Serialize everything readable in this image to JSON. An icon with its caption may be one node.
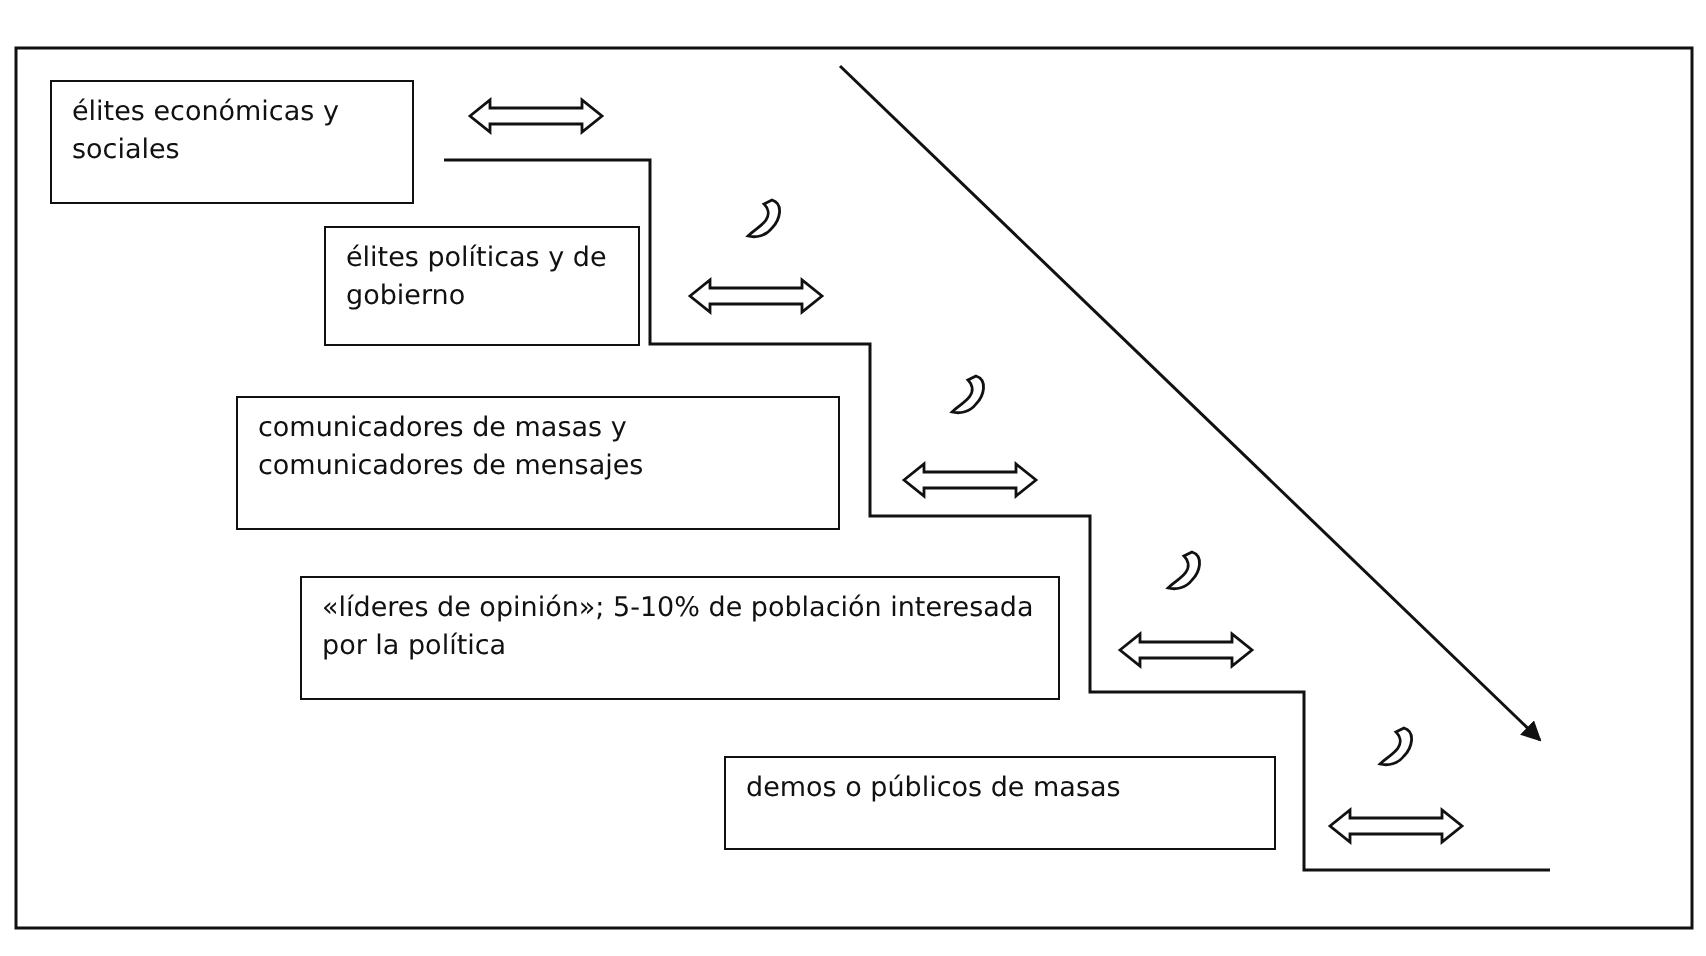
{
  "diagram": {
    "nodes": [
      {
        "text": [
          "élites económicas y sociales"
        ]
      },
      {
        "text": [
          "élites políticas y de gobierno"
        ]
      },
      {
        "text": [
          "comunicadores de masas y comunicadores de mensajes"
        ]
      },
      {
        "text": [
          "«líderes de opinión»; 5-10% de población interesada por la política"
        ]
      },
      {
        "text": [
          "demos o públicos de masas"
        ]
      }
    ]
  }
}
